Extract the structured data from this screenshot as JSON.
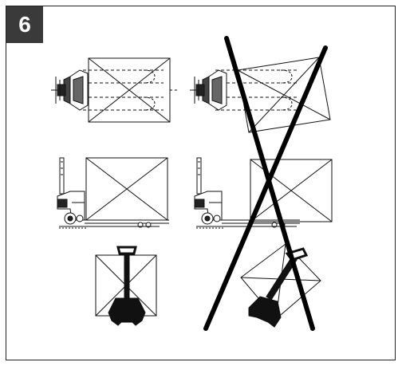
{
  "step": {
    "number": "6"
  },
  "colors": {
    "badge_bg": "#3a3a3a",
    "badge_text": "#ffffff",
    "line": "#111111",
    "cross": "#000000"
  },
  "panels": [
    {
      "name": "correct-loading",
      "crossed_out": false
    },
    {
      "name": "incorrect-loading",
      "crossed_out": true
    }
  ]
}
